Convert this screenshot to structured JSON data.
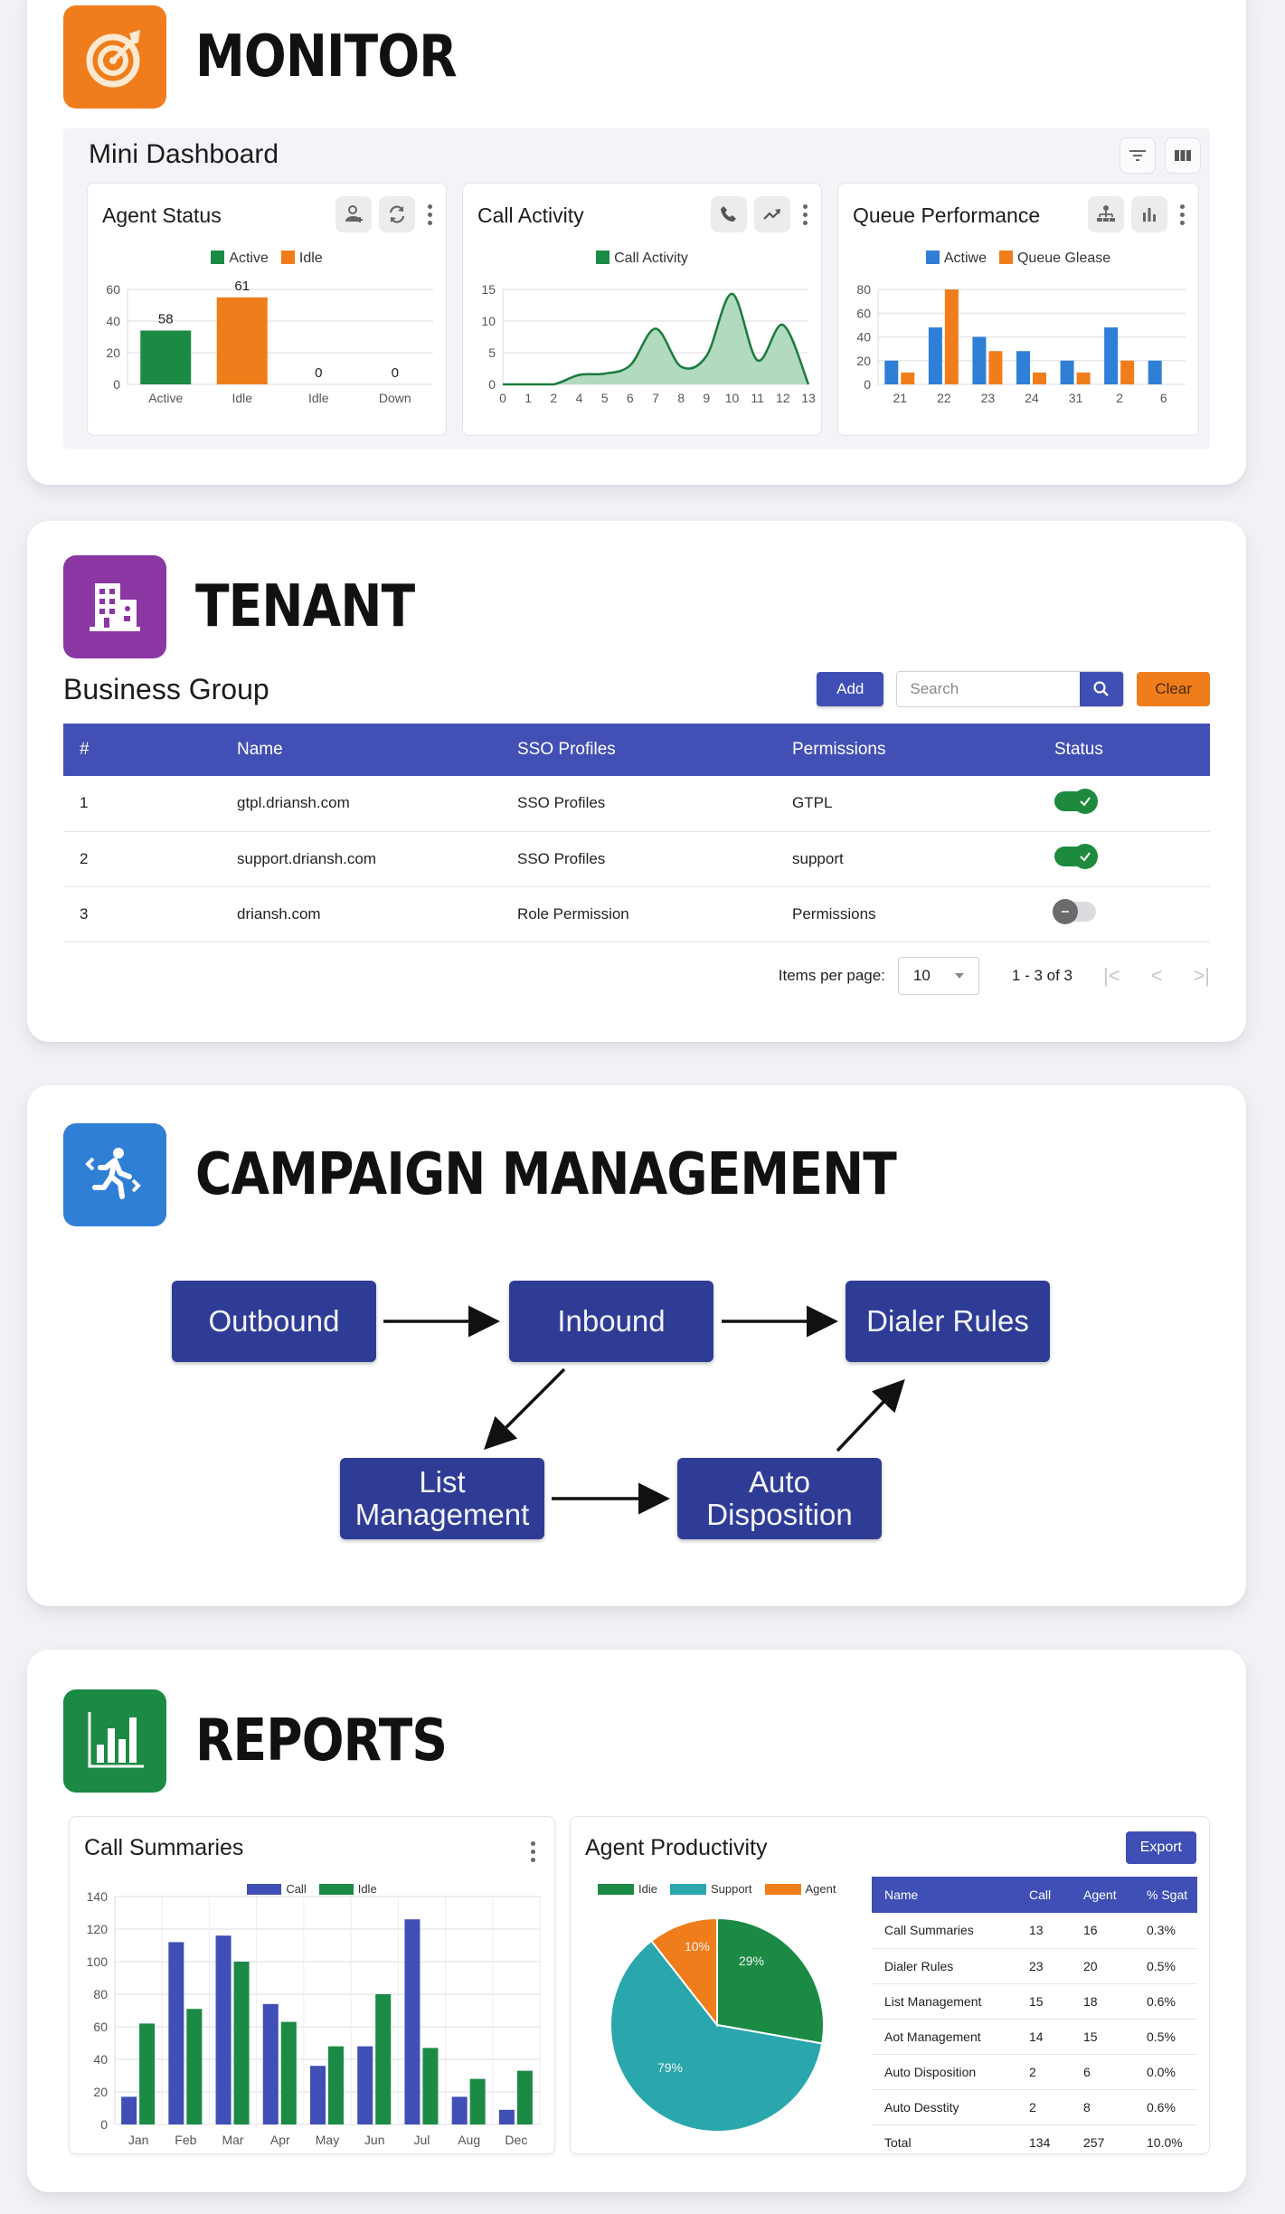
{
  "colors": {
    "monitor_icon": "#f07d1c",
    "tenant_icon": "#8a36a3",
    "campaign_icon": "#2f7fd6",
    "reports_icon": "#1b8a45",
    "primary": "#3f4fb5",
    "green": "#1b8a45",
    "orange": "#f07d1c",
    "blue": "#2f7fd6",
    "teal": "#2aa7ac",
    "navy": "#2f3c96"
  },
  "monitor": {
    "title": "MONITOR",
    "icon": "target-icon",
    "mini_dashboard": {
      "title": "Mini Dashboard",
      "tools": [
        "filter-icon",
        "columns-icon"
      ]
    },
    "widgets": [
      {
        "title": "Agent Status",
        "tools": [
          "person-add-icon",
          "refresh-icon",
          "more-vert-icon"
        ]
      },
      {
        "title": "Call Activity",
        "tools": [
          "phone-icon",
          "trending-up-icon",
          "more-vert-icon"
        ]
      },
      {
        "title": "Queue Performance",
        "tools": [
          "sitemap-icon",
          "bar-chart-icon",
          "more-vert-icon"
        ]
      }
    ]
  },
  "tenant": {
    "title": "TENANT",
    "icon": "building-icon",
    "subtitle": "Business Group",
    "toolbar": {
      "add_label": "Add",
      "search_placeholder": "Search",
      "search_value": "",
      "clear_label": "Clear"
    },
    "table": {
      "headers": [
        "#",
        "Name",
        "SSO Profiles",
        "Permissions",
        "Status"
      ],
      "rows": [
        {
          "num": "1",
          "name": "gtpl.driansh.com",
          "sso": "SSO Profiles",
          "permissions": "GTPL",
          "status": "on"
        },
        {
          "num": "2",
          "name": "support.driansh.com",
          "sso": "SSO Profiles",
          "permissions": "support",
          "status": "on"
        },
        {
          "num": "3",
          "name": "driansh.com",
          "sso": "Role Permission",
          "permissions": "Permissions",
          "status": "off"
        }
      ]
    },
    "pagination": {
      "items_per_page_label": "Items per page:",
      "items_per_page": "10",
      "range": "1 - 3 of 3",
      "first": "|<",
      "prev": "<",
      "last": ">|"
    }
  },
  "campaign": {
    "title": "CAMPAIGN MANAGEMENT",
    "icon": "running-person-icon",
    "nodes": {
      "outbound": "Outbound",
      "inbound": "Inbound",
      "dialer_rules": "Dialer Rules",
      "list_mgmt_1": "List",
      "list_mgmt_2": "Management",
      "auto_disp_1": "Auto",
      "auto_disp_2": "Disposition"
    },
    "edges": [
      [
        "Outbound",
        "Inbound"
      ],
      [
        "Inbound",
        "Dialer Rules"
      ],
      [
        "Inbound",
        "List Management"
      ],
      [
        "List Management",
        "Auto Disposition"
      ],
      [
        "Auto Disposition",
        "Dialer Rules"
      ]
    ]
  },
  "reports": {
    "title": "REPORTS",
    "icon": "bar-chart-icon",
    "call_summaries": {
      "title": "Call Summaries"
    },
    "agent_productivity": {
      "title": "Agent Productivity",
      "export_label": "Export",
      "table": {
        "headers": [
          "Name",
          "Call",
          "Agent",
          "% Sgat"
        ],
        "rows": [
          [
            "Call Summaries",
            "13",
            "16",
            "0.3%"
          ],
          [
            "Dialer Rules",
            "23",
            "20",
            "0.5%"
          ],
          [
            "List Management",
            "15",
            "18",
            "0.6%"
          ],
          [
            "Aot Management",
            "14",
            "15",
            "0.5%"
          ],
          [
            "Auto Disposition",
            "2",
            "6",
            "0.0%"
          ],
          [
            "Auto Desstity",
            "2",
            "8",
            "0.6%"
          ],
          [
            "Total",
            "134",
            "257",
            "10.0%"
          ]
        ]
      }
    }
  },
  "chart_data": [
    {
      "id": "agent_status",
      "type": "bar",
      "title": "Agent Status",
      "categories": [
        "Active",
        "Idle",
        "Idle",
        "Down"
      ],
      "values": [
        58,
        61,
        0,
        0
      ],
      "bar_heights_drawn": [
        34,
        55,
        0,
        0
      ],
      "bar_colors": [
        "#1b8a45",
        "#f07d1c",
        "#1b8a45",
        "#1b8a45"
      ],
      "legend": [
        "Active",
        "Idle"
      ],
      "yticks": [
        0,
        20,
        40,
        60
      ],
      "ylim": [
        0,
        60
      ],
      "data_labels": [
        "58",
        "61",
        "0",
        "0"
      ]
    },
    {
      "id": "call_activity",
      "type": "area",
      "title": "Call Activity",
      "legend": [
        "Call Activity"
      ],
      "x": [
        "0",
        "1",
        "2",
        "4",
        "5",
        "6",
        "7",
        "8",
        "9",
        "10",
        "11",
        "12",
        "13"
      ],
      "values": [
        0,
        0,
        0,
        1.5,
        1.7,
        3,
        8.8,
        2.8,
        4.5,
        14.3,
        3.8,
        9.4,
        0
      ],
      "yticks": [
        0,
        5,
        10,
        15
      ],
      "ylim": [
        0,
        15
      ]
    },
    {
      "id": "queue_performance",
      "type": "bar",
      "title": "Queue Performance",
      "categories": [
        "21",
        "22",
        "23",
        "24",
        "31",
        "2",
        "6"
      ],
      "series": [
        {
          "name": "Actiwe",
          "color": "#2f7fd6",
          "values": [
            20,
            48,
            40,
            28,
            20,
            48,
            20
          ]
        },
        {
          "name": "Queue Glease",
          "color": "#f07d1c",
          "values": [
            10,
            80,
            28,
            10,
            10,
            20,
            0
          ]
        }
      ],
      "yticks": [
        0,
        20,
        40,
        60,
        80
      ],
      "ylim": [
        0,
        80
      ]
    },
    {
      "id": "call_summaries",
      "type": "bar",
      "title": "Call Summaries",
      "categories": [
        "Jan",
        "Feb",
        "Mar",
        "Apr",
        "May",
        "Jun",
        "Jul",
        "Aug",
        "Dec"
      ],
      "series": [
        {
          "name": "Call",
          "color": "#3f4fb5",
          "values": [
            17,
            112,
            116,
            74,
            36,
            48,
            126,
            17,
            9
          ]
        },
        {
          "name": "Idle",
          "color": "#1b8a45",
          "values": [
            62,
            71,
            100,
            63,
            48,
            80,
            47,
            28,
            33
          ]
        }
      ],
      "yticks": [
        0,
        20,
        40,
        60,
        80,
        100,
        120,
        140
      ],
      "ylim": [
        0,
        140
      ],
      "grid": true
    },
    {
      "id": "agent_productivity",
      "type": "pie",
      "title": "Agent Productivity",
      "legend": [
        "Idie",
        "Support",
        "Agent"
      ],
      "slices": [
        {
          "label": "Idie",
          "value": 29,
          "display": "29%",
          "color": "#1b8a45"
        },
        {
          "label": "Support",
          "value": 79,
          "display": "79%",
          "color": "#2aa7ac"
        },
        {
          "label": "Agent",
          "value": 10,
          "display": "10%",
          "color": "#f07d1c"
        }
      ]
    }
  ]
}
